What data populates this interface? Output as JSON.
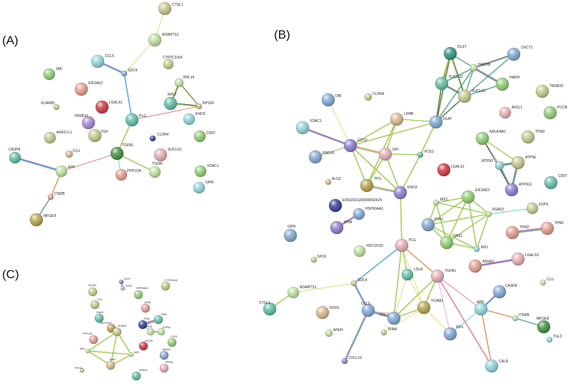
{
  "panels": {
    "A": {
      "label": "(A)"
    },
    "B": {
      "label": "(B)"
    },
    "C": {
      "label": "(C)"
    }
  },
  "colors": {
    "green": "#8fcf73",
    "teal": "#5fbfa6",
    "cyan": "#8ed6dc",
    "olive": "#c7c98a",
    "khaki": "#b7a24b",
    "salmon": "#e79c8d",
    "pink": "#e7aeb4",
    "red": "#d0323e",
    "purple": "#a886d6",
    "violet": "#8c79d2",
    "blue": "#7ea8d4",
    "navy": "#2e3c9c",
    "tan": "#d9b98d",
    "lightgreen": "#bfe3a0",
    "darkgreen": "#3f8f3c",
    "darkteal": "#2f8f7a",
    "edge_red": "#d9505a",
    "edge_blue": "#3f7fd6",
    "edge_green": "#63b64a",
    "edge_yellow": "#cfd34a",
    "edge_purple": "#8c56c9",
    "edge_cyan": "#3fbdc7",
    "edge_black": "#333333",
    "edge_pink": "#e48ad0"
  },
  "nodes": {
    "A": [
      {
        "id": "a_ctsl1",
        "label": "CTSL1",
        "c": "olive"
      },
      {
        "id": "a_adamts1",
        "label": "ADAMTS1",
        "c": "lightgreen"
      },
      {
        "id": "a_cyp2c33v4",
        "label": "CYP2C33v4",
        "c": "olive"
      },
      {
        "id": "a_ccl5",
        "label": "CCL5",
        "c": "cyan"
      },
      {
        "id": "a_sdc4",
        "label": "SDC4",
        "c": "blue"
      },
      {
        "id": "a_rpl14",
        "label": "RPL14",
        "c": "lightgreen"
      },
      {
        "id": "a_jak",
        "label": "JAK",
        "c": "green"
      },
      {
        "id": "a_eif2ak2",
        "label": "EIF2AK2",
        "c": "salmon"
      },
      {
        "id": "a_rpl7",
        "label": "RPL7",
        "c": "teal"
      },
      {
        "id": "a_rps26",
        "label": "RPS26",
        "c": "tan"
      },
      {
        "id": "a_scarb1",
        "label": "SCARB1",
        "c": "olive"
      },
      {
        "id": "a_lgals1",
        "label": "LGALS1",
        "c": "red"
      },
      {
        "id": "a_tmsb10",
        "label": "TMSB10",
        "c": "purple"
      },
      {
        "id": "a_plg",
        "label": "PLG",
        "c": "teal"
      },
      {
        "id": "a_eno3",
        "label": "ENO3",
        "c": "cyan"
      },
      {
        "id": "a_tgh",
        "label": "TGH",
        "c": "olive"
      },
      {
        "id": "a_cldn4",
        "label": "CLDN4",
        "c": "navy"
      },
      {
        "id": "a_cd97",
        "label": "CD97",
        "c": "green"
      },
      {
        "id": "a_akr1cl1",
        "label": "AKR1CL1",
        "c": "olive"
      },
      {
        "id": "a_suclg1",
        "label": "SUCLG1",
        "c": "pink"
      },
      {
        "id": "a_tgfb1",
        "label": "TGFB1",
        "c": "darkgreen"
      },
      {
        "id": "a_casp8",
        "label": "CASP8",
        "c": "teal"
      },
      {
        "id": "a_clu",
        "label": "CLU",
        "c": "tan"
      },
      {
        "id": "a_ppp1cb",
        "label": "PPP1CB",
        "c": "salmon"
      },
      {
        "id": "a_tgfbi",
        "label": "TGFBI",
        "c": "lightgreen"
      },
      {
        "id": "a_vdac1",
        "label": "VDAC1",
        "c": "green"
      },
      {
        "id": "a_app",
        "label": "APP",
        "c": "lightgreen"
      },
      {
        "id": "a_grn",
        "label": "GRN",
        "c": "cyan"
      },
      {
        "id": "a_itm2b",
        "label": "ITM2B",
        "c": "salmon"
      },
      {
        "id": "a_mfge8",
        "label": "MFGE8",
        "c": "khaki"
      }
    ],
    "B": [
      {
        "id": "b_dlst",
        "label": "DLST",
        "c": "darkteal"
      },
      {
        "id": "b_oxct1",
        "label": "OXCT1",
        "c": "blue"
      },
      {
        "id": "b_hadhb",
        "label": "HADHB",
        "c": "lightgreen"
      },
      {
        "id": "b_suclg2",
        "label": "SUCLG2",
        "c": "teal"
      },
      {
        "id": "b_hadh",
        "label": "HADH",
        "c": "green"
      },
      {
        "id": "b_tmsb10",
        "label": "TMSB10",
        "c": "olive"
      },
      {
        "id": "b_dbi",
        "label": "DBI",
        "c": "blue"
      },
      {
        "id": "b_cldn4",
        "label": "CLDN4",
        "c": "olive"
      },
      {
        "id": "b_suclg1",
        "label": "SUCLG1",
        "c": "olive"
      },
      {
        "id": "b_ak3l1",
        "label": "AK3L1",
        "c": "pink"
      },
      {
        "id": "b_pccb",
        "label": "PCCB",
        "c": "green"
      },
      {
        "id": "b_ldhb",
        "label": "LDHB",
        "c": "tan"
      },
      {
        "id": "b_dlat",
        "label": "DLAT",
        "c": "blue"
      },
      {
        "id": "b_vdac1",
        "label": "VDAC1",
        "c": "cyan"
      },
      {
        "id": "b_got2",
        "label": "GOT2",
        "c": "violet"
      },
      {
        "id": "b_ndufab1",
        "label": "NDUFAB1",
        "c": "green"
      },
      {
        "id": "b_tpm3",
        "label": "TPM3",
        "c": "olive"
      },
      {
        "id": "b_gpi",
        "label": "GPI",
        "c": "pink"
      },
      {
        "id": "b_prdx6",
        "label": "PRDX6",
        "c": "blue"
      },
      {
        "id": "b_pck2",
        "label": "PCK2",
        "c": "teal"
      },
      {
        "id": "b_atp5e",
        "label": "ATP5E",
        "c": "olive"
      },
      {
        "id": "b_atp5o",
        "label": "ATP5O",
        "c": "cyan"
      },
      {
        "id": "b_alg2",
        "label": "ALG2",
        "c": "tan"
      },
      {
        "id": "b_tpi1",
        "label": "TPI1",
        "c": "khaki"
      },
      {
        "id": "b_lgals1",
        "label": "LGALS1",
        "c": "red"
      },
      {
        "id": "b_atp5g1",
        "label": "ATP5G1",
        "c": "violet"
      },
      {
        "id": "b_cd97",
        "label": "CD97",
        "c": "teal"
      },
      {
        "id": "b_eno3",
        "label": "ENO3",
        "c": "violet"
      },
      {
        "id": "b_enssscg",
        "label": "ENSSSCG00000002624",
        "c": "navy"
      },
      {
        "id": "b_eif2ak2",
        "label": "EIF2AK2",
        "c": "green"
      },
      {
        "id": "b_mx2",
        "label": "MX2",
        "c": "lightgreen"
      },
      {
        "id": "b_rsad2",
        "label": "RSAD2",
        "c": "lightgreen"
      },
      {
        "id": "b_fdps",
        "label": "FDPS",
        "c": "olive"
      },
      {
        "id": "b_hsp90aa1",
        "label": "HSP90AA1",
        "c": "blue"
      },
      {
        "id": "b_ppia",
        "label": "PPIA",
        "c": "violet"
      },
      {
        "id": "b_ifih1",
        "label": "IFIH1",
        "c": "blue"
      },
      {
        "id": "b_oas1",
        "label": "OAS1",
        "c": "green"
      },
      {
        "id": "b_tpm2",
        "label": "TPM2",
        "c": "salmon"
      },
      {
        "id": "b_tpm1",
        "label": "TPM1",
        "c": "salmon"
      },
      {
        "id": "b_grn",
        "label": "GRN",
        "c": "blue"
      },
      {
        "id": "b_mx1",
        "label": "MX1",
        "c": "cyan"
      },
      {
        "id": "b_plg",
        "label": "PLG",
        "c": "pink"
      },
      {
        "id": "b_hist1h1d",
        "label": "HIST1H1D",
        "c": "lightgreen"
      },
      {
        "id": "b_nfs1",
        "label": "NFS1",
        "c": "olive"
      },
      {
        "id": "b_anxa1",
        "label": "ANXA1",
        "c": "salmon"
      },
      {
        "id": "b_lgals3",
        "label": "LGALS3",
        "c": "pink"
      },
      {
        "id": "b_ldlr",
        "label": "LDLR",
        "c": "teal"
      },
      {
        "id": "b_tgfb1",
        "label": "TGFB1",
        "c": "pink"
      },
      {
        "id": "b_clu",
        "label": "CLU",
        "c": "lightgreen"
      },
      {
        "id": "b_sdc4",
        "label": "SDC4",
        "c": "olive"
      },
      {
        "id": "b_adamts1",
        "label": "ADAMTS1",
        "c": "lightgreen"
      },
      {
        "id": "b_casp8",
        "label": "CASP8",
        "c": "blue"
      },
      {
        "id": "b_ctsl1",
        "label": "CTSL1",
        "c": "teal"
      },
      {
        "id": "b_rod1",
        "label": "ROD1",
        "c": "tan"
      },
      {
        "id": "b_vcam1",
        "label": "VCAM1",
        "c": "khaki"
      },
      {
        "id": "b_app",
        "label": "APP",
        "c": "cyan"
      },
      {
        "id": "b_itm2b",
        "label": "ITM2B",
        "c": "lightgreen"
      },
      {
        "id": "b_mfge8",
        "label": "MFGE8",
        "c": "darkgreen"
      },
      {
        "id": "b_ccl5",
        "label": "CCL5",
        "c": "blue"
      },
      {
        "id": "b_ccl2",
        "label": "CCL2",
        "c": "blue"
      },
      {
        "id": "b_apeh",
        "label": "APEH",
        "c": "lightgreen"
      },
      {
        "id": "b_tfam",
        "label": "TFAM",
        "c": "olive"
      },
      {
        "id": "b_rdx",
        "label": "RDX",
        "c": "blue"
      },
      {
        "id": "b_tgl2",
        "label": "TGL2",
        "c": "cyan"
      },
      {
        "id": "b_cxcl16",
        "label": "CXCL16",
        "c": "violet"
      },
      {
        "id": "b_calr",
        "label": "CALR",
        "c": "cyan"
      }
    ],
    "C": [
      {
        "id": "c_sulf",
        "label": "SULF",
        "c": "violet"
      },
      {
        "id": "c_cyp2c33v4",
        "label": "CYP2C33v4",
        "c": "olive"
      },
      {
        "id": "c_aldh2",
        "label": "ALDH2",
        "c": "olive"
      },
      {
        "id": "c_hsp90aa1",
        "label": "HSP90AA1",
        "c": "green"
      },
      {
        "id": "c_fdps",
        "label": "FDPS",
        "c": "tan"
      },
      {
        "id": "c_fs1",
        "label": "FS1",
        "c": "olive"
      },
      {
        "id": "c_ldhb",
        "label": "LDHB",
        "c": "salmon"
      },
      {
        "id": "c_gnas",
        "label": "GNAS",
        "c": "teal"
      },
      {
        "id": "c_tpm2",
        "label": "TPM2",
        "c": "navy"
      },
      {
        "id": "c_tpm1",
        "label": "TPM1",
        "c": "teal"
      },
      {
        "id": "c_hist1h1d",
        "label": "HIST1H1D",
        "c": "khaki"
      },
      {
        "id": "c_atp5o",
        "label": "ATP5O",
        "c": "lightgreen"
      },
      {
        "id": "c_atp5g1",
        "label": "ATP5G1",
        "c": "lightgreen"
      },
      {
        "id": "c_hst2a",
        "label": "HST2A",
        "c": "red"
      },
      {
        "id": "c_ppp1cb",
        "label": "PPP1CB",
        "c": "salmon"
      },
      {
        "id": "c_rsad2",
        "label": "RSAD2",
        "c": "olive"
      },
      {
        "id": "c_cd1d",
        "label": "CD1D",
        "c": "green"
      },
      {
        "id": "c_mx1",
        "label": "MX1",
        "c": "lightgreen"
      },
      {
        "id": "c_mx2",
        "label": "MX2",
        "c": "lightgreen"
      },
      {
        "id": "c_anxa1",
        "label": "ANXA1",
        "c": "blue"
      },
      {
        "id": "c_oas1",
        "label": "OAS1",
        "c": "tan"
      },
      {
        "id": "c_rpl14",
        "label": "RPL14",
        "c": "olive"
      },
      {
        "id": "c_prdx6",
        "label": "PRDX6",
        "c": "teal"
      },
      {
        "id": "c_pppa1",
        "label": "PPPA1",
        "c": "pink"
      }
    ]
  }
}
